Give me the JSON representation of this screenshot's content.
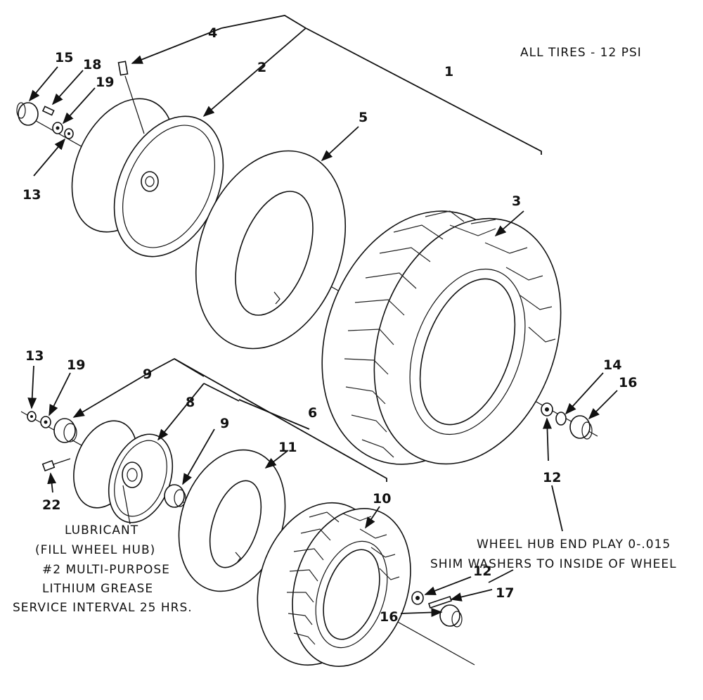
{
  "notes": {
    "pressure": "ALL TIRES - 12 PSI",
    "endplay_line1": "WHEEL HUB END PLAY 0-.015",
    "endplay_line2": "SHIM WASHERS TO INSIDE OF WHEEL",
    "lube_line1": "LUBRICANT",
    "lube_line2": "(FILL WHEEL HUB)",
    "lube_line3": "#2 MULTI-PURPOSE",
    "lube_line4": "LITHIUM GREASE",
    "lube_line5": "SERVICE INTERVAL 25 HRS."
  },
  "callouts": {
    "c1": "1",
    "c2": "2",
    "c3": "3",
    "c4": "4",
    "c5": "5",
    "c6": "6",
    "c8": "8",
    "c9a": "9",
    "c9b": "9",
    "c10": "10",
    "c11": "11",
    "c12a": "12",
    "c12b": "12",
    "c13a": "13",
    "c13b": "13",
    "c14": "14",
    "c15": "15",
    "c16a": "16",
    "c16b": "16",
    "c17": "17",
    "c18": "18",
    "c19a": "19",
    "c19b": "19",
    "c22": "22"
  }
}
